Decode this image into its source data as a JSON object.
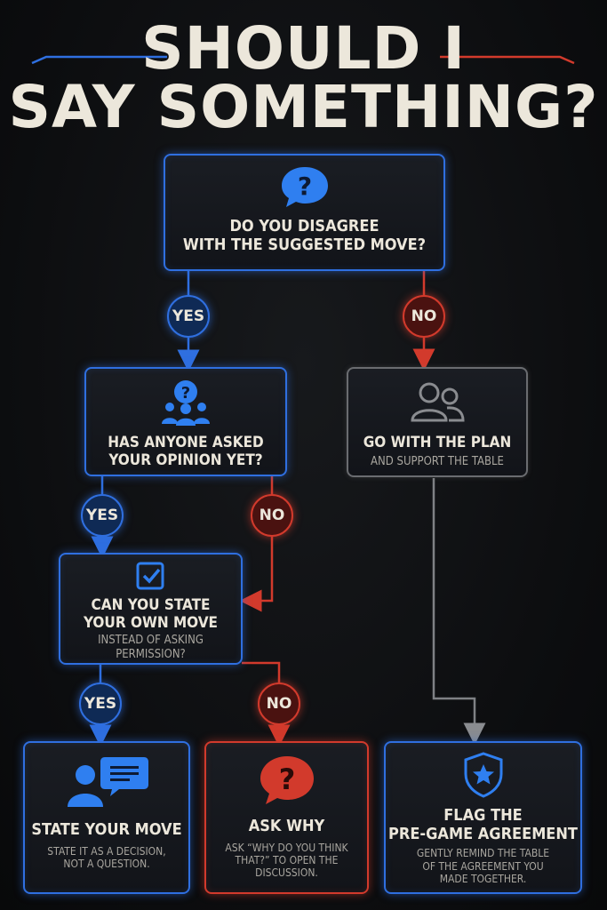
{
  "title": {
    "line1": "SHOULD I",
    "line2": "SAY SOMETHING?"
  },
  "colors": {
    "blue": "#2f6fe0",
    "red": "#d23a2c",
    "grey": "#6a6c70",
    "text": "#ece7db",
    "muted": "#a9a69f",
    "background": "#0c0d0f"
  },
  "nodes": {
    "disagree": {
      "text_line1": "DO YOU DISAGREE",
      "text_line2": "WITH THE SUGGESTED MOVE?",
      "icon": "question-chat-bubble-icon"
    },
    "asked": {
      "text_line1": "HAS ANYONE ASKED",
      "text_line2": "YOUR OPINION YET?",
      "icon": "group-question-icon"
    },
    "go_with_plan": {
      "text": "GO WITH THE PLAN",
      "sub": "AND SUPPORT THE TABLE",
      "icon": "people-icon"
    },
    "state_own": {
      "text_line1": "CAN YOU STATE",
      "text_line2": "YOUR OWN MOVE",
      "sub_line1": "INSTEAD OF ASKING",
      "sub_line2": "PERMISSION?",
      "icon": "checkbox-icon"
    },
    "state_move": {
      "text": "STATE YOUR MOVE",
      "sub_line1": "STATE IT AS A DECISION,",
      "sub_line2": "NOT A QUESTION.",
      "icon": "person-chat-icon"
    },
    "ask_why": {
      "text": "ASK WHY",
      "sub_line1": "ASK “WHY DO YOU THINK",
      "sub_line2": "THAT?” TO OPEN THE",
      "sub_line3": "DISCUSSION.",
      "icon": "question-bubble-icon"
    },
    "flag": {
      "text_line1": "FLAG THE",
      "text_line2": "PRE-GAME AGREEMENT",
      "sub_line1": "GENTLY REMIND THE TABLE",
      "sub_line2": "OF THE AGREEMENT YOU",
      "sub_line3": "MADE TOGETHER.",
      "icon": "shield-star-icon"
    }
  },
  "labels": {
    "yes": "YES",
    "no": "NO"
  }
}
